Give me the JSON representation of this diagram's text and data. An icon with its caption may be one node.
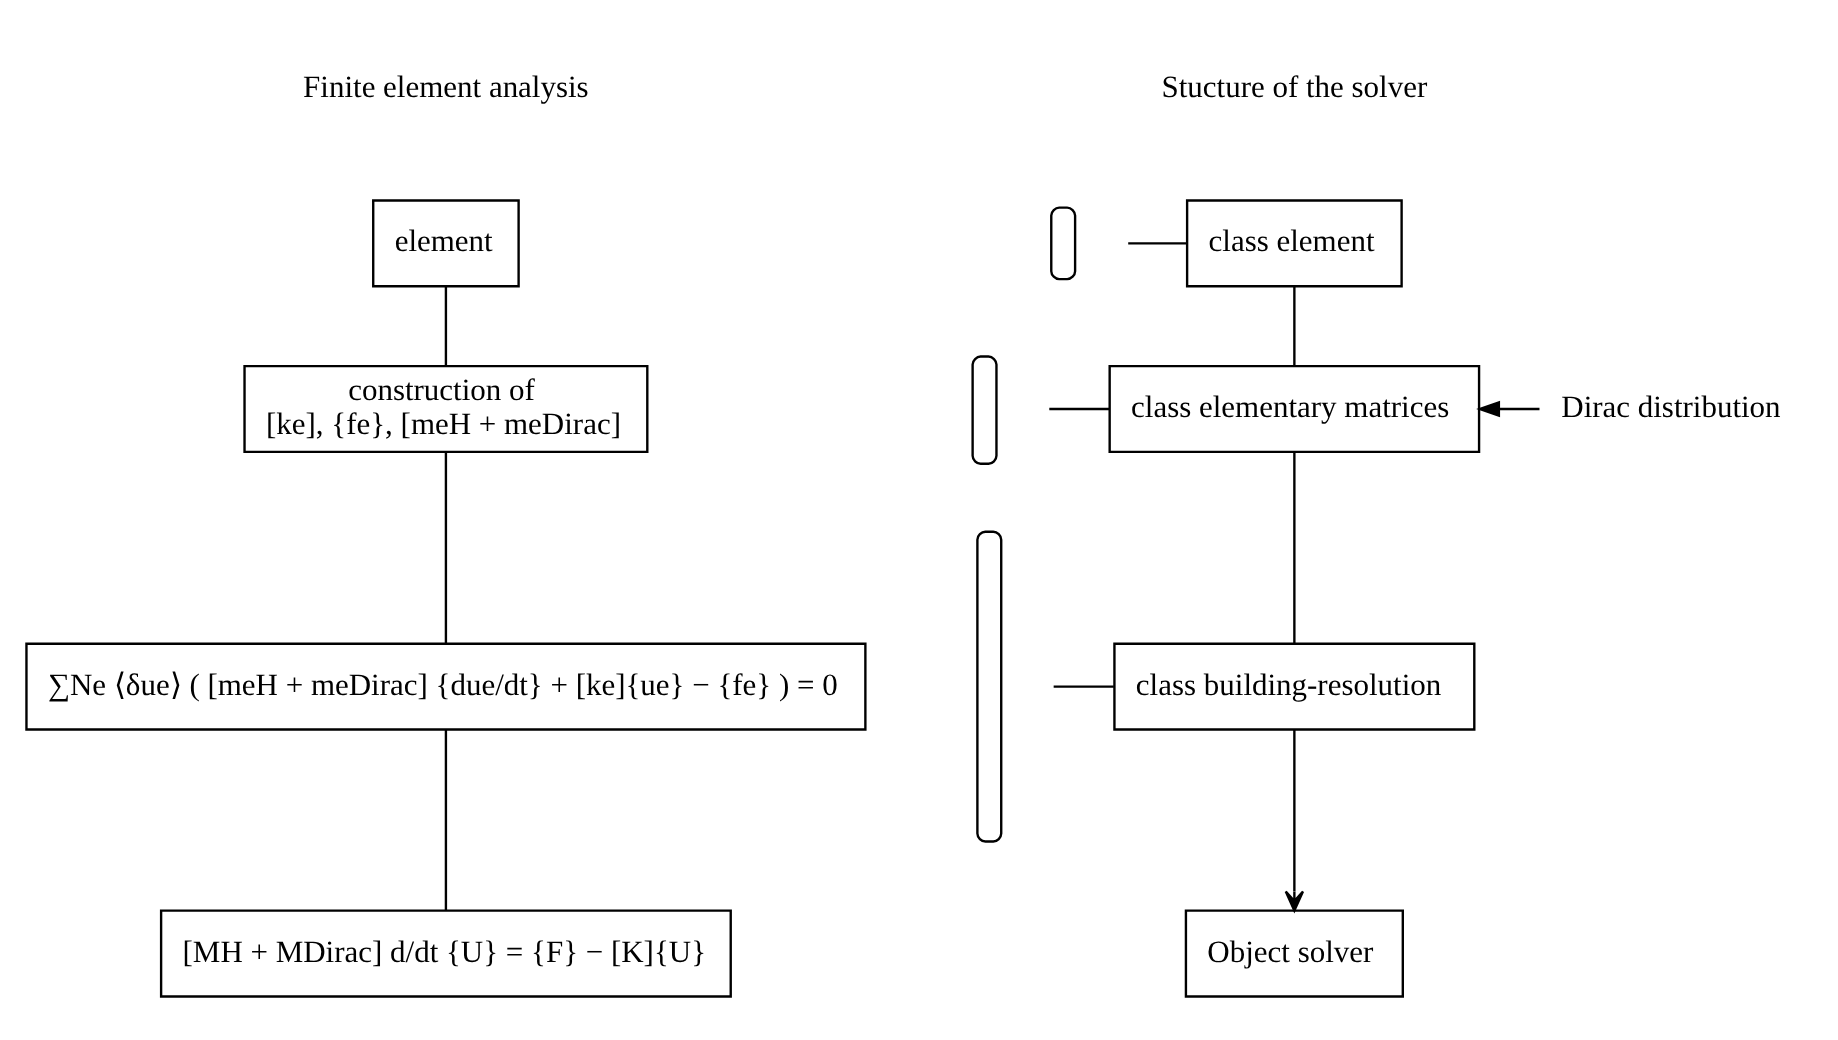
{
  "diagram": {
    "nodes": [
      {
        "text": [
          "element"
        ]
      },
      {
        "text": [],
        "shape": "brace"
      },
      {
        "text": [
          "class element"
        ]
      },
      {
        "text": [
          "construction of",
          "[ke], {fe}, [meH + meDirac]"
        ]
      },
      {
        "text": [],
        "shape": "brace"
      },
      {
        "text": [
          "class elementary matrices"
        ]
      },
      {
        "text": [
          "Dirac distribution"
        ]
      },
      {
        "text": [
          "∑Ne ⟨δue⟩ ( [meH + meDirac] {due/dt} + [ke]{ue} − {fe} ) = 0"
        ]
      },
      {
        "text": [],
        "shape": "brace"
      },
      {
        "text": [
          "class building-resolution"
        ]
      },
      {
        "text": [
          "[MH + MDirac] d/dt {U} = {F} − [K]{U}"
        ]
      },
      {
        "text": [
          "Object solver"
        ]
      }
    ],
    "edges": [
      {
        "from": 0,
        "to": 3,
        "arrow": "none"
      },
      {
        "from": 3,
        "to": 7,
        "arrow": "none"
      },
      {
        "from": 7,
        "to": 10,
        "arrow": "none"
      },
      {
        "from": 1,
        "to": 2,
        "arrow": "none"
      },
      {
        "from": 2,
        "to": 5,
        "arrow": "none"
      },
      {
        "from": 4,
        "to": 5,
        "arrow": "none"
      },
      {
        "from": 6,
        "to": 5,
        "arrow": "to"
      },
      {
        "from": 5,
        "to": 9,
        "arrow": "none"
      },
      {
        "from": 8,
        "to": 9,
        "arrow": "none"
      },
      {
        "from": 9,
        "to": 11,
        "arrow": "to"
      }
    ],
    "labels": [
      "Finite element analysis",
      "Stucture of the solver"
    ]
  }
}
